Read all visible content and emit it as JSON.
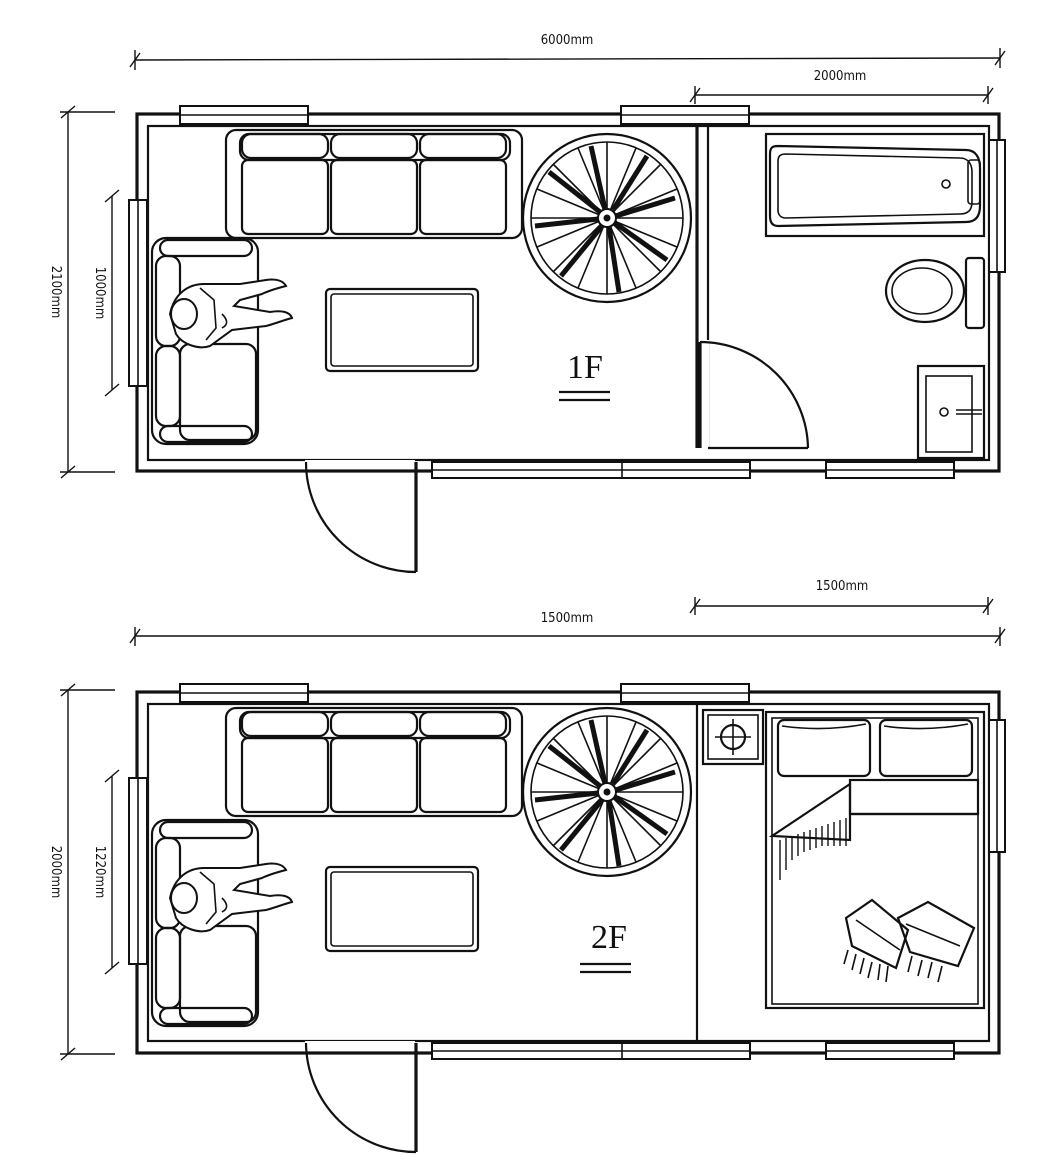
{
  "dimensions": {
    "top_overall": "6000mm",
    "top_bath": "2000mm",
    "top_height": "2100mm",
    "top_window": "1000mm",
    "bottom_bed": "1500mm",
    "bottom_overall": "1500mm",
    "bottom_height": "2000mm",
    "bottom_window": "1220mm"
  },
  "floors": [
    {
      "label": "1F"
    },
    {
      "label": "2F"
    }
  ],
  "icons": {
    "stairs": "spiral-stair-icon",
    "sofa": "sofa-icon",
    "armchair": "armchair-icon",
    "person": "seated-person-icon",
    "table": "coffee-table-icon",
    "bathtub": "bathtub-icon",
    "toilet": "toilet-icon",
    "sink": "sink-icon",
    "bed": "bed-icon",
    "door": "door-swing-icon",
    "stove": "cooktop-icon"
  }
}
